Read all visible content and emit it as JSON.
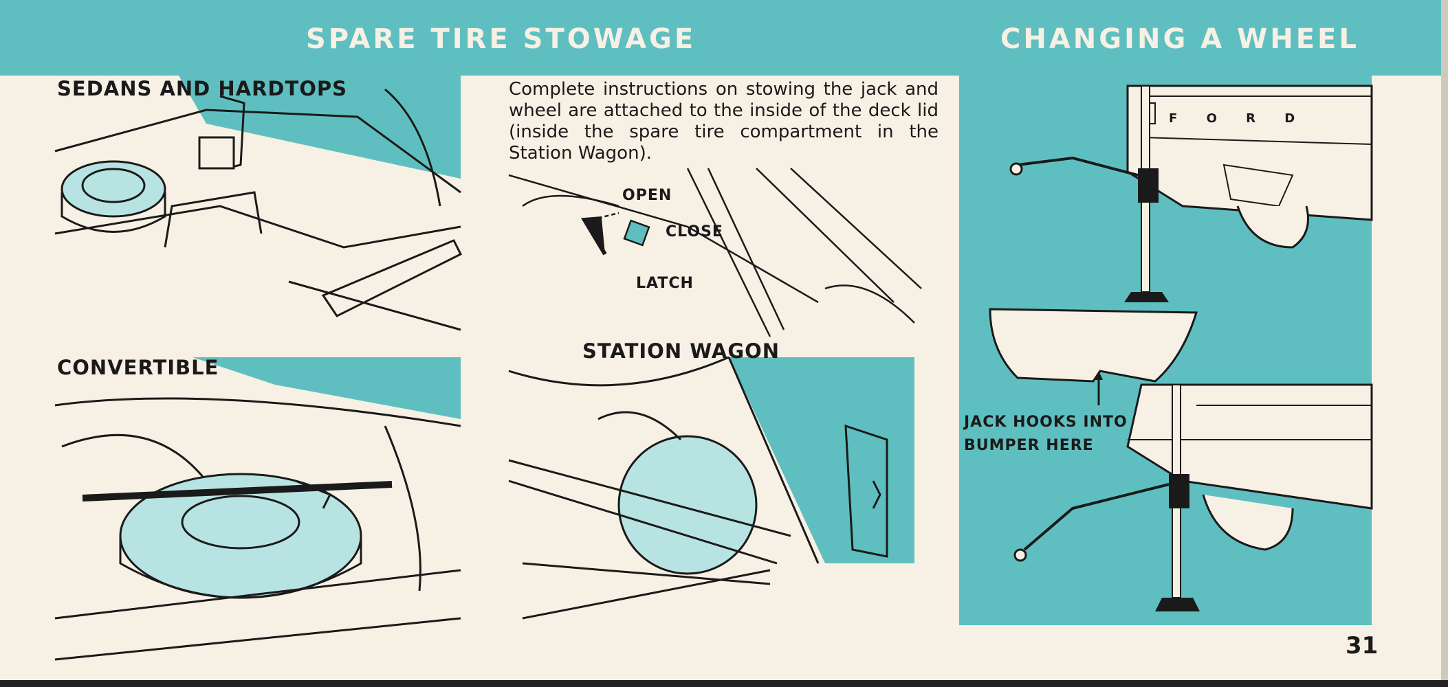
{
  "header": {
    "left_title": "SPARE TIRE STOWAGE",
    "right_title": "CHANGING A WHEEL"
  },
  "sections": {
    "sedans": "SEDANS AND HARDTOPS",
    "convertible": "CONVERTIBLE",
    "station_wagon": "STATION WAGON"
  },
  "instructions": "Complete instructions on stowing the jack and wheel are attached to the inside of the deck lid (inside the spare tire compartment in the Station Wagon).",
  "latch_labels": {
    "open": "OPEN",
    "close": "CLOSE",
    "latch": "LATCH"
  },
  "jack_callout": {
    "line1": "JACK HOOKS INTO",
    "line2": "BUMPER HERE"
  },
  "car_badge": "F O R D",
  "page_number": "31",
  "colors": {
    "accent": "#5fbfc0",
    "paper": "#f7f0e4",
    "ink": "#1a1a1a"
  }
}
